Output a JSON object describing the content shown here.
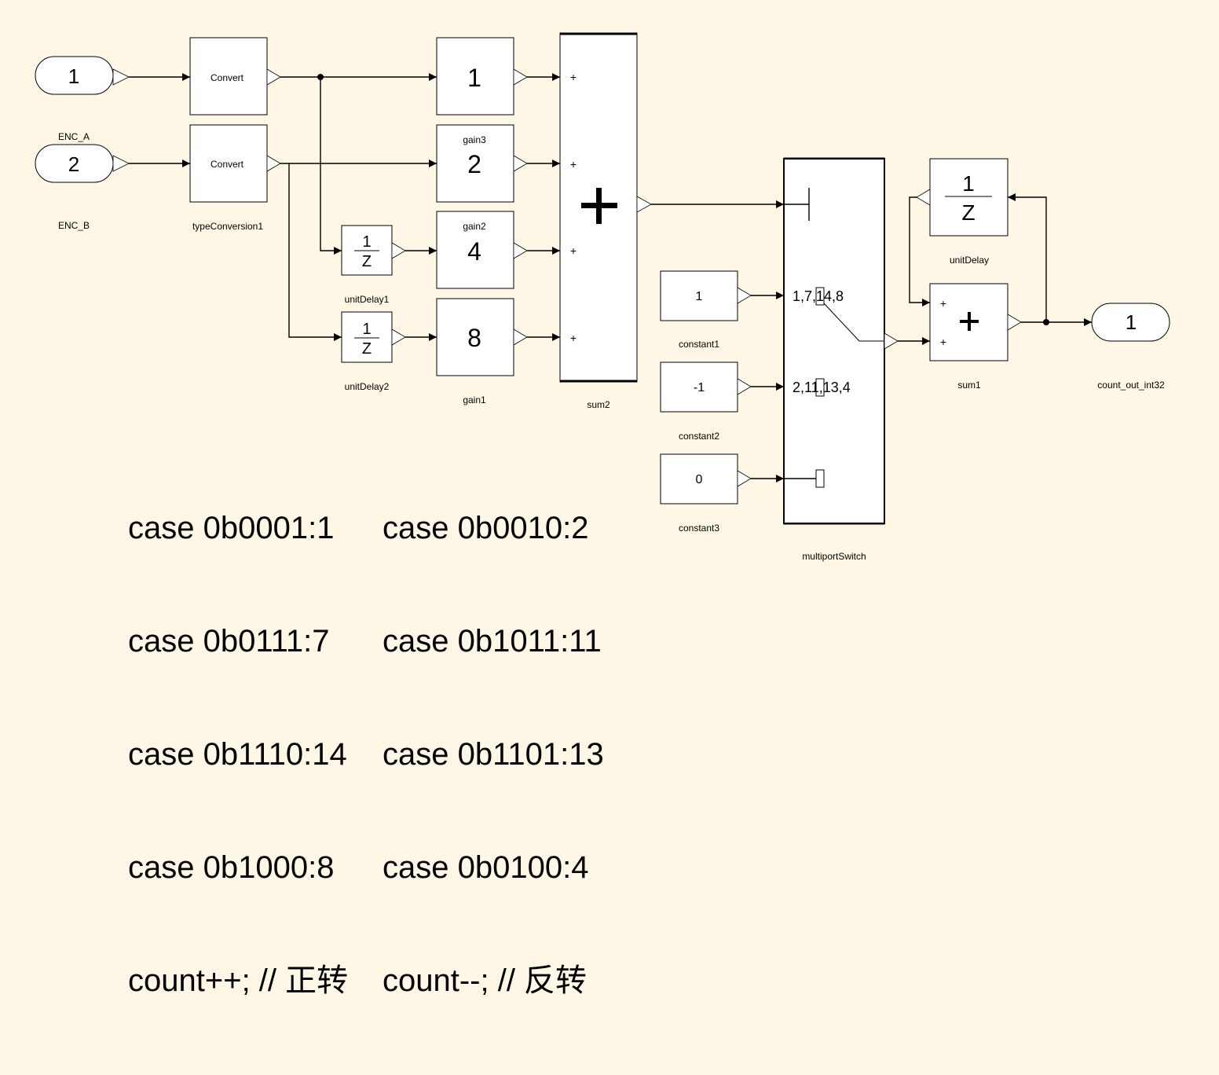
{
  "inports": [
    {
      "number": "1",
      "label": "ENC_A"
    },
    {
      "number": "2",
      "label": "ENC_B"
    }
  ],
  "convert": {
    "text": "Convert",
    "label": "typeConversion1"
  },
  "gains": [
    {
      "value": "1",
      "label": ""
    },
    {
      "value": "2",
      "label": "gain3"
    },
    {
      "value": "4",
      "label": "gain2"
    },
    {
      "value": "8",
      "label": "gain1"
    }
  ],
  "unit_delays": {
    "numerator": "1",
    "denominator": "Z",
    "labels": {
      "ud1": "unitDelay1",
      "ud2": "unitDelay2",
      "ud": "unitDelay"
    }
  },
  "sum2": {
    "label": "sum2",
    "sign": "+",
    "big_sign": "+"
  },
  "constants": [
    {
      "value": "1",
      "label": "constant1"
    },
    {
      "value": "-1",
      "label": "constant2"
    },
    {
      "value": "0",
      "label": "constant3"
    }
  ],
  "switch": {
    "label": "multiportSwitch",
    "case1": "1,7,14,8",
    "case2": "2,11,13,4"
  },
  "sum1": {
    "label": "sum1",
    "sign": "+",
    "big_sign": "+"
  },
  "outport": {
    "number": "1",
    "label": "count_out_int32"
  },
  "code": {
    "left": [
      "case 0b0001:1",
      "case 0b0111:7",
      "case 0b1110:14",
      "case 0b1000:8",
      "count++; // 正转"
    ],
    "right": [
      "case 0b0010:2",
      "case 0b1011:11",
      "case 0b1101:13",
      "case 0b0100:4",
      "count--; // 反转"
    ]
  }
}
